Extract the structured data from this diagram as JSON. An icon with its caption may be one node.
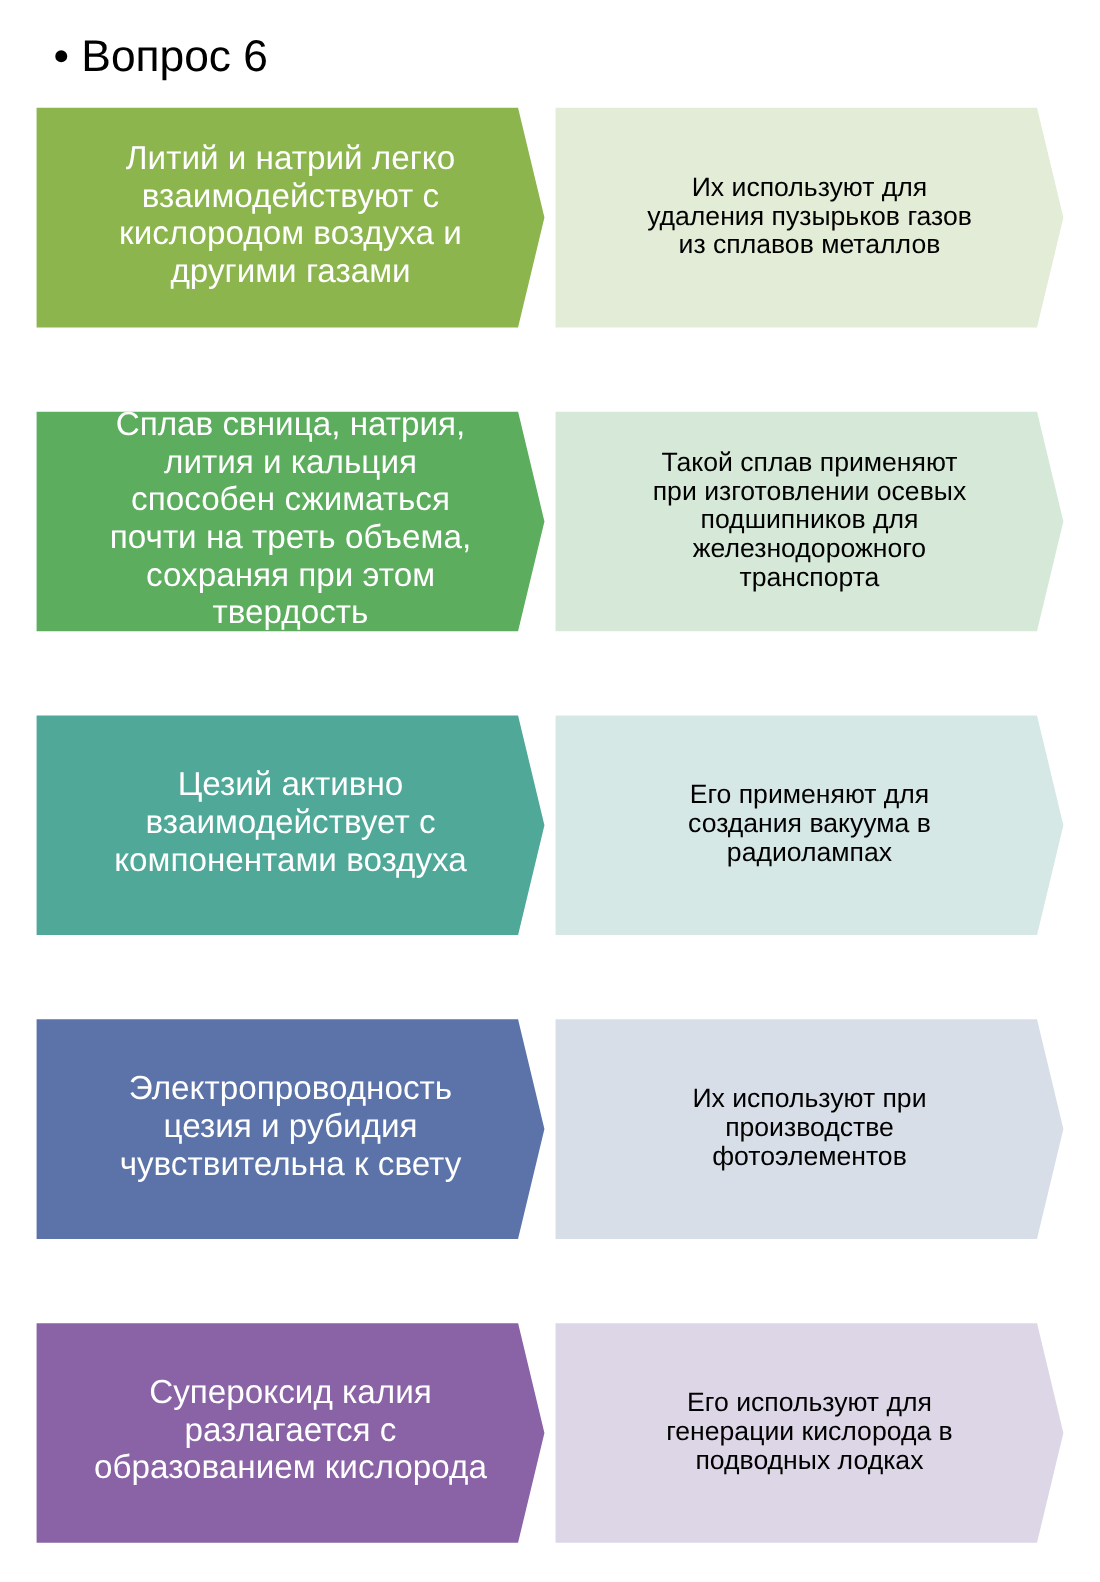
{
  "diagram": {
    "title": "• Вопрос 6",
    "nodes": [
      {
        "text": [
          "Литий и натрий легко взаимодействуют с кислородом воздуха и другими газами"
        ]
      },
      {
        "text": [
          "Их используют для удаления пузырьков газов из сплавов металлов"
        ]
      },
      {
        "text": [
          "Сплав свница, натрия, лития и кальция способен сжиматься почти на треть объема, сохраняя при этом твердость"
        ]
      },
      {
        "text": [
          "Такой сплав применяют при изготовлении осевых подшипников для железнодорожного транспорта"
        ]
      },
      {
        "text": [
          "Цезий активно взаимодействует с компонентами воздуха"
        ]
      },
      {
        "text": [
          "Его применяют для создания вакуума в радиолампах"
        ]
      },
      {
        "text": [
          "Электропроводность цезия и рубидия чувствительна к свету"
        ]
      },
      {
        "text": [
          "Их используют при производстве фотоэлементов"
        ]
      },
      {
        "text": [
          "Супероксид калия разлагается с образованием кислорода"
        ]
      },
      {
        "text": [
          "Его используют для генерации кислорода в подводных лодках"
        ]
      }
    ]
  }
}
